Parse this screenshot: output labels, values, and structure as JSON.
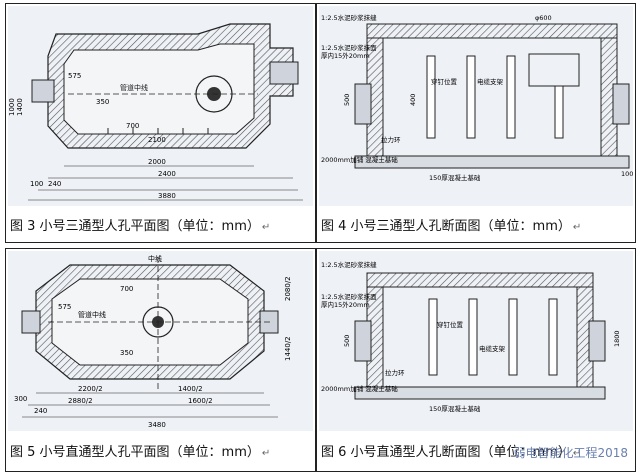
{
  "figures": [
    {
      "caption": "图 3 小号三通型人孔平面图（单位：mm）",
      "labels": {
        "center_line": "管道中线",
        "d_350": "350",
        "d_575": "575",
        "d_700": "700",
        "d_2100": "2100",
        "d_2000": "2000",
        "d_2400": "2400",
        "d_3880": "3880",
        "d_100": "100",
        "d_240": "240",
        "d_1000": "1000",
        "d_1400": "1400"
      }
    },
    {
      "caption": "图 4 小号三通型人孔断面图（单位：mm）",
      "labels": {
        "mortar_top": "1:2.5水泥砂浆抹缝",
        "mortar_side": "1:2.5水泥砂浆抹面",
        "thickness": "厚内15外20mm",
        "nail": "穿钉位置",
        "cable_support": "电缆支架",
        "hook": "拉力环",
        "base": "2000mm加铺 混凝土基础",
        "base_thick": "150厚混凝土基础",
        "top_dim": "φ600",
        "d_100": "100",
        "d_500": "500",
        "d_400": "400"
      }
    },
    {
      "caption": "图 5 小号直通型人孔平面图（单位：mm）",
      "labels": {
        "center_line": "中线",
        "pipe_line": "管道中线",
        "d_700": "700",
        "d_575": "575",
        "d_350": "350",
        "d_2200": "2200/2",
        "d_1400": "1400/2",
        "d_2880": "2880/2",
        "d_1600": "1600/2",
        "d_3480": "3480",
        "d_2080": "2080/2",
        "d_1440": "1440/2",
        "d_300": "300",
        "d_240": "240"
      }
    },
    {
      "caption": "图 6 小号直通型人孔断面图（单位：mm）",
      "labels": {
        "mortar_top": "1:2.5水泥砂浆抹缝",
        "mortar_side": "1:2.5水泥砂浆抹面",
        "thickness": "厚内15外20mm",
        "nail": "穿钉位置",
        "cable_support": "电缆支架",
        "hook": "拉力环",
        "base": "2000mm加铺 混凝土基础",
        "base_thick": "150厚混凝土基础",
        "d_1800": "1800",
        "d_500": "500"
      }
    }
  ],
  "watermark": "弱电智能化工程2018"
}
